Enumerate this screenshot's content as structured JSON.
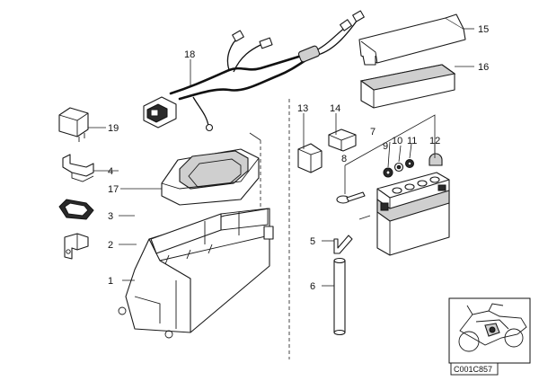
{
  "labels": {
    "p1": "1",
    "p2": "2",
    "p3": "3",
    "p4": "4",
    "p5": "5",
    "p6": "6",
    "p7": "7",
    "p8": "8",
    "p9": "9",
    "p10": "10",
    "p11": "11",
    "p12": "12",
    "p13": "13",
    "p14": "14",
    "p15": "15",
    "p16": "16",
    "p17": "17",
    "p18": "18",
    "p19": "19"
  },
  "image_code": "C001C857"
}
